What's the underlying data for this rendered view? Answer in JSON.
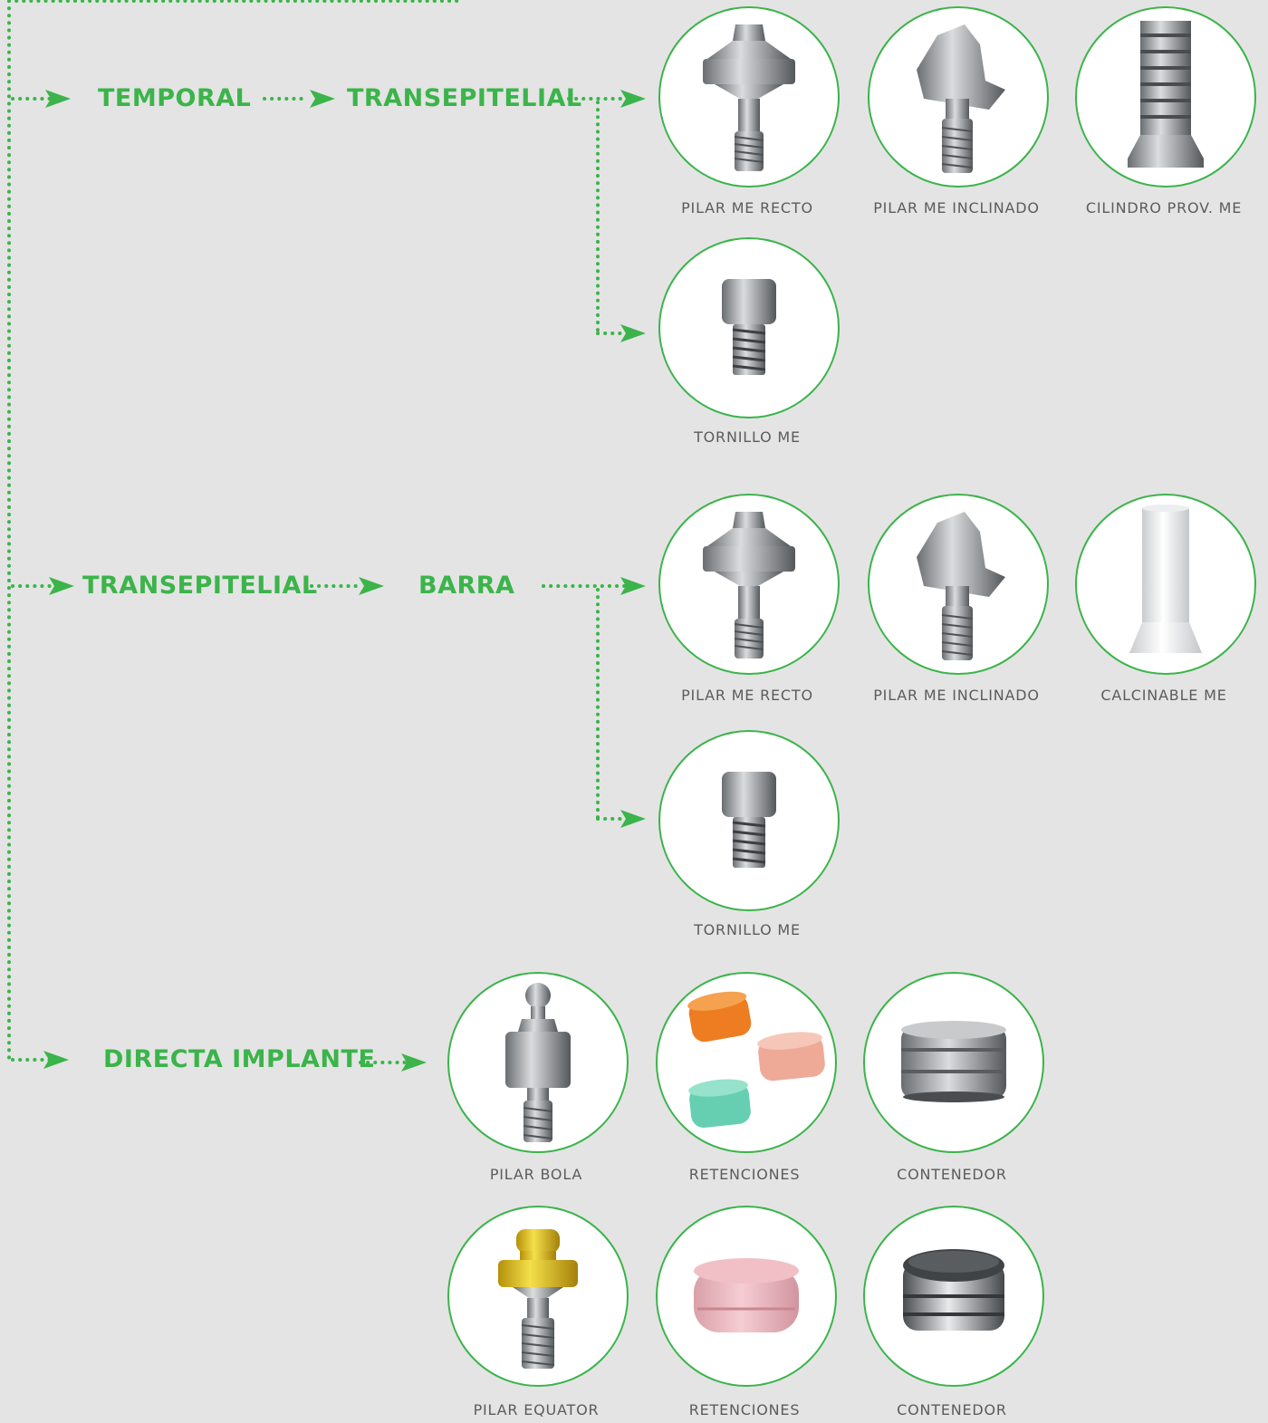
{
  "colors": {
    "accent": "#3bb44a",
    "background": "#e4e4e4",
    "caption": "#5c5c5c"
  },
  "labels": {
    "temporal": "TEMPORAL",
    "transepitelial_top": "TRANSEPITELIAL",
    "transepitelial_mid": "TRANSEPITELIAL",
    "barra": "BARRA",
    "directa_implante": "DIRECTA IMPLANTE"
  },
  "products": [
    {
      "caption": "PILAR ME RECTO",
      "icon": "straight-abutment-icon"
    },
    {
      "caption": "PILAR ME INCLINADO",
      "icon": "angled-abutment-icon"
    },
    {
      "caption": "CILINDRO PROV. ME",
      "icon": "provisional-cylinder-icon"
    },
    {
      "caption": "TORNILLO ME",
      "icon": "screw-icon"
    },
    {
      "caption": "PILAR ME RECTO",
      "icon": "straight-abutment-icon"
    },
    {
      "caption": "PILAR ME INCLINADO",
      "icon": "angled-abutment-icon"
    },
    {
      "caption": "CALCINABLE ME",
      "icon": "castable-sleeve-icon"
    },
    {
      "caption": "TORNILLO ME",
      "icon": "screw-icon"
    },
    {
      "caption": "PILAR BOLA",
      "icon": "ball-abutment-icon"
    },
    {
      "caption": "RETENCIONES",
      "icon": "colored-retentions-icon"
    },
    {
      "caption": "CONTENEDOR",
      "icon": "metal-housing-icon"
    },
    {
      "caption": "PILAR EQUATOR",
      "icon": "equator-abutment-icon"
    },
    {
      "caption": "RETENCIONES",
      "icon": "pink-retention-icon"
    },
    {
      "caption": "CONTENEDOR",
      "icon": "capped-housing-icon"
    }
  ]
}
